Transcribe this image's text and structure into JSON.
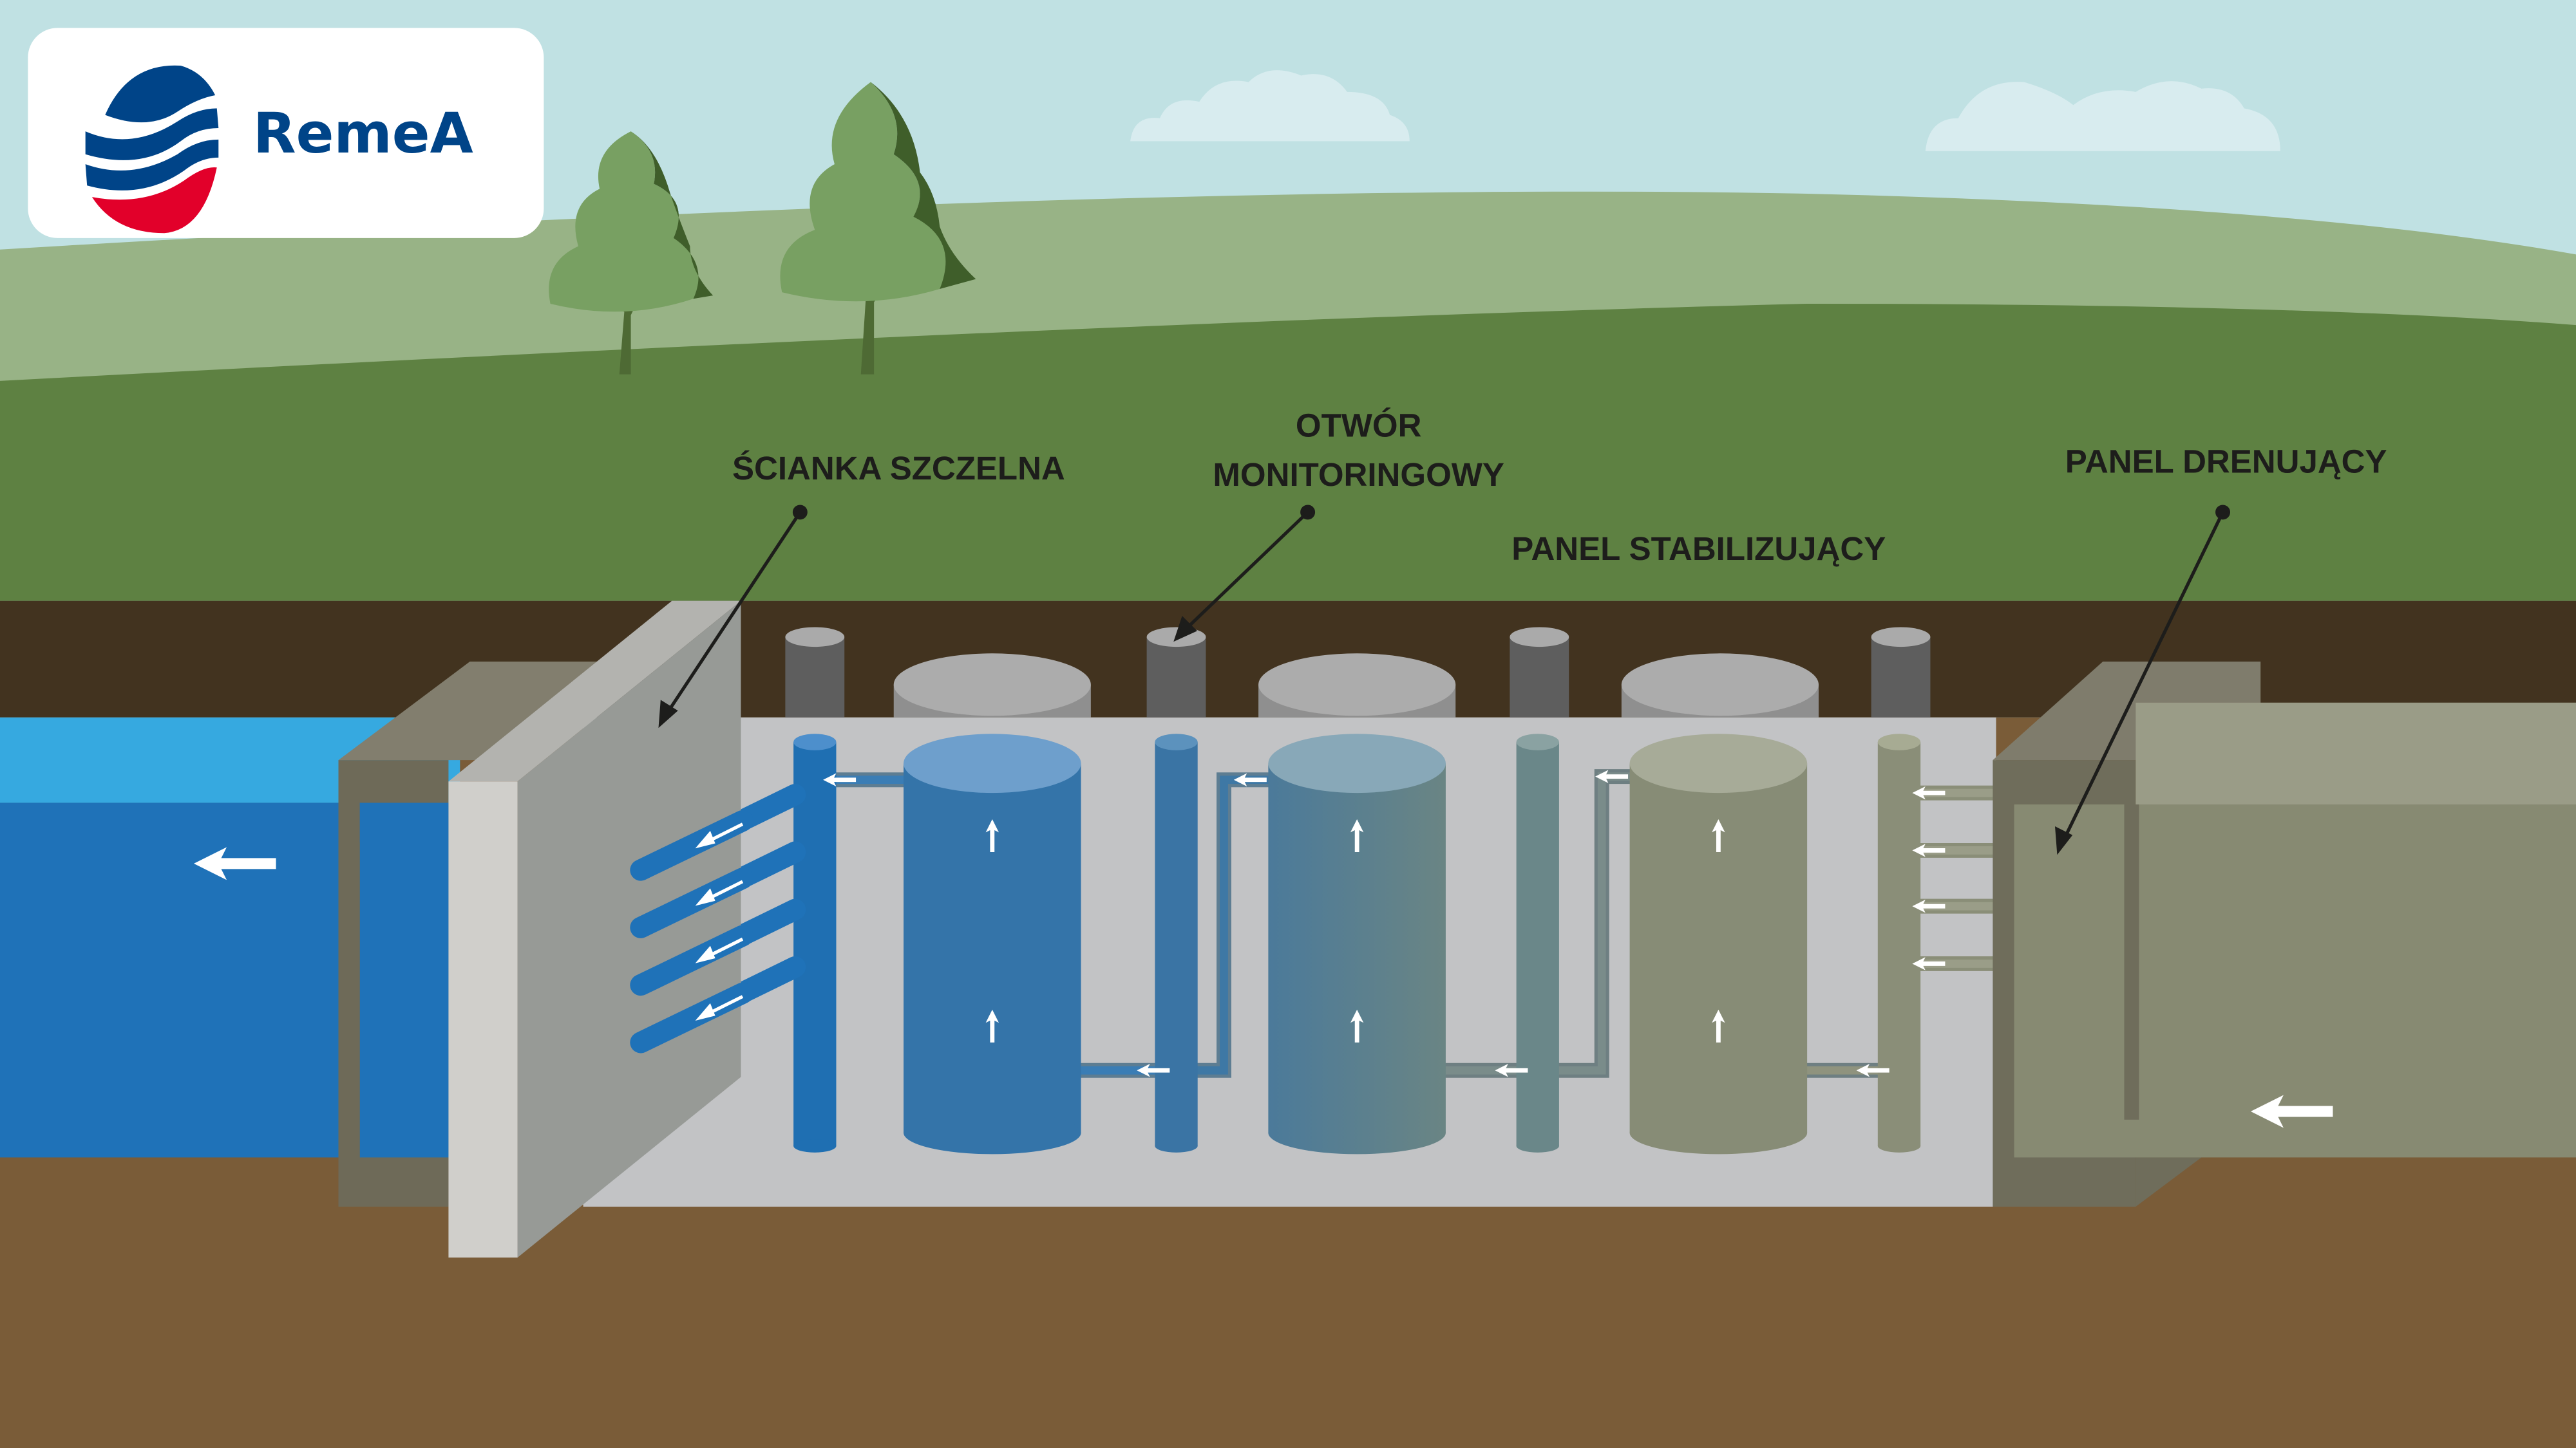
{
  "logo": {
    "brand": "RemeA"
  },
  "labels": {
    "sheet_wall": "ŚCIANKA SZCZELNA",
    "monitoring_well_line1": "OTWÓR",
    "monitoring_well_line2": "MONITORINGOWY",
    "stabilizing_panel": "PANEL STABILIZUJĄCY",
    "drainage_panel": "PANEL DRENUJĄCY"
  },
  "colors": {
    "sky": "#c0e1e3",
    "hill_light": "#98b386",
    "hill_dark": "#5e8142",
    "topsoil": "#42331f",
    "soil": "#7a5c38",
    "water_light": "#36a9e0",
    "water_dark": "#1f72b8",
    "brand_blue": "#004488",
    "brand_red": "#e2002a"
  }
}
